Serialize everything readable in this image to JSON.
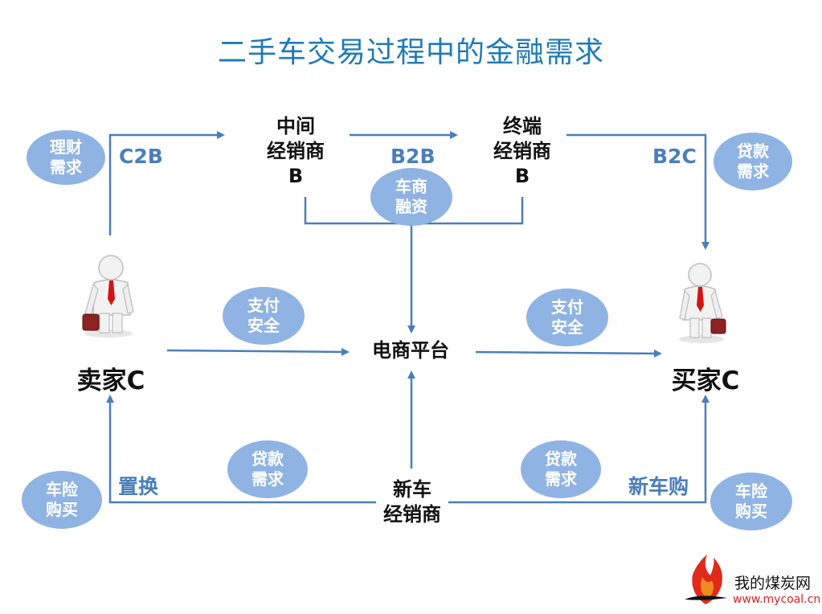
{
  "title": "二手车交易过程中的金融需求",
  "nodes": {
    "middle_dealer": [
      "中间",
      "经销商",
      "B"
    ],
    "terminal_dealer": [
      "终端",
      "经销商",
      "B"
    ],
    "platform": "电商平台",
    "new_car_dealer": [
      "新车",
      "经销商"
    ],
    "seller": "卖家C",
    "buyer": "买家C"
  },
  "tags": {
    "c2b": "C2B",
    "b2b": "B2B",
    "b2c": "B2C",
    "replace": "置换",
    "new_car_purchase": "新车购"
  },
  "bubbles": {
    "wealth_mgmt": [
      "理财",
      "需求"
    ],
    "loan_top_right": [
      "贷款",
      "需求"
    ],
    "dealer_financing": [
      "车商",
      "融资"
    ],
    "payment_safety_left": [
      "支付",
      "安全"
    ],
    "payment_safety_right": [
      "支付",
      "安全"
    ],
    "loan_bottom_left": [
      "贷款",
      "需求"
    ],
    "loan_bottom_right": [
      "贷款",
      "需求"
    ],
    "insurance_left": [
      "车险",
      "购买"
    ],
    "insurance_right": [
      "车险",
      "购买"
    ]
  },
  "logo": {
    "name": "我的煤炭网",
    "url": "www.mycoal.cn"
  },
  "colors": {
    "title": "#1f7bb6",
    "arrow": "#4a7ebb",
    "bubble": "#8fb3e3",
    "tag": "#4a7ebb"
  }
}
